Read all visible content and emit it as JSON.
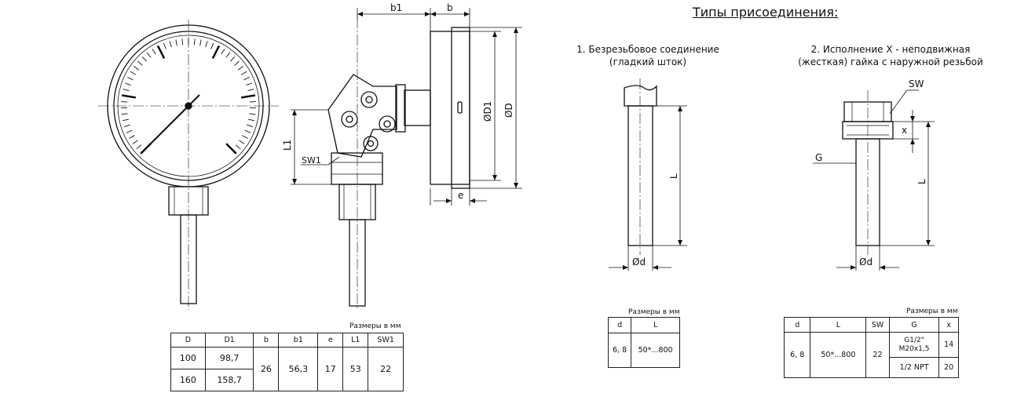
{
  "header": {
    "title": "Типы присоединения:"
  },
  "connection1": {
    "line1": "1. Безрезьбовое соединение",
    "line2": "(гладкий шток)"
  },
  "connection2": {
    "line1": "2. Исполнение Х - неподвижная",
    "line2": "(жесткая) гайка с наружной резьбой"
  },
  "labels": {
    "b1": "b1",
    "b": "b",
    "D": "ØD",
    "D1": "ØD1",
    "L1": "L1",
    "SW1": "SW1",
    "e": "e",
    "L_left": "L",
    "d_left": "Ød",
    "SW": "SW",
    "x": "x",
    "G": "G",
    "L_right": "L",
    "d_right": "Ød"
  },
  "units_label": "Размеры в мм",
  "table_main": {
    "headers": [
      "D",
      "D1",
      "b",
      "b1",
      "e",
      "L1",
      "SW1"
    ],
    "row1": {
      "D": "100",
      "D1": "98,7",
      "b": "26",
      "b1": "56,3",
      "e": "17",
      "L1": "53",
      "SW1": "22"
    },
    "row2": {
      "D": "160",
      "D1": "158,7"
    }
  },
  "table_conn1": {
    "headers": [
      "d",
      "L"
    ],
    "row": {
      "d": "6, 8",
      "L": "50*...800"
    }
  },
  "table_conn2": {
    "headers": [
      "d",
      "L",
      "SW",
      "G",
      "x"
    ],
    "row": {
      "d": "6, 8",
      "L": "50*...800",
      "SW": "22",
      "G1": "G1/2\"\nM20х1,5",
      "x1": "14",
      "G2": "1/2 NPT",
      "x2": "20"
    }
  }
}
